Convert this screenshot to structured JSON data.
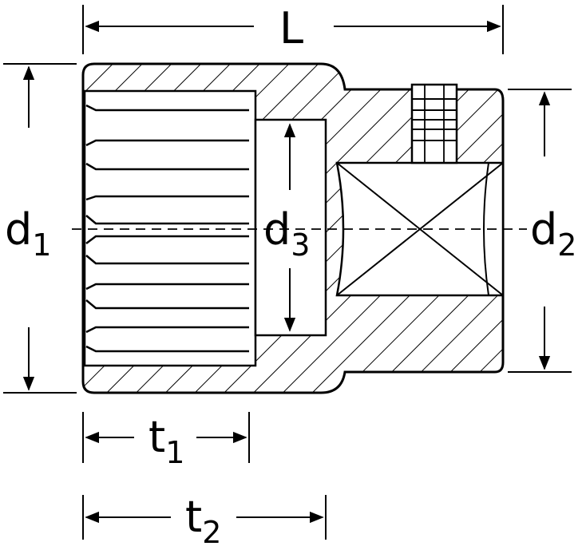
{
  "labels": {
    "length": "L",
    "d1": "d",
    "d1_sub": "1",
    "d2": "d",
    "d2_sub": "2",
    "d3": "d",
    "d3_sub": "3",
    "t1": "t",
    "t1_sub": "1",
    "t2": "t",
    "t2_sub": "2"
  },
  "colors": {
    "line": "#000000",
    "background": "#ffffff"
  }
}
